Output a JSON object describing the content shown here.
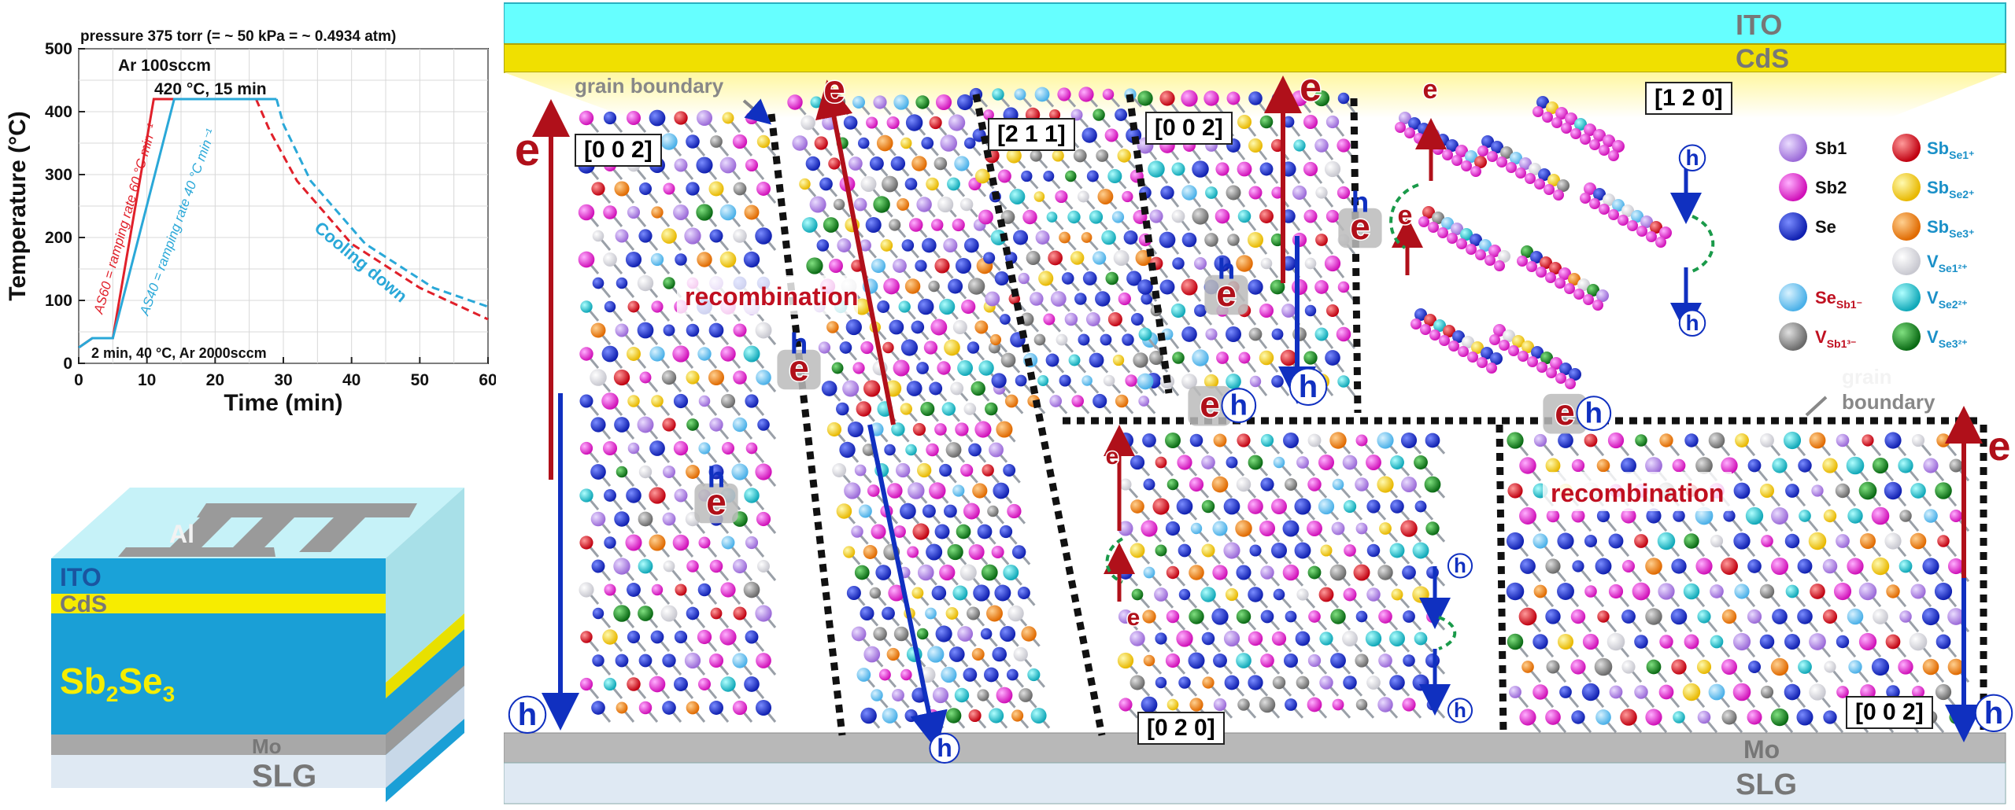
{
  "chart": {
    "title": "pressure 375 torr (= ~ 50 kPa = ~ 0.4934 atm)",
    "xlabel": "Time (min)",
    "ylabel": "Temperature (°C)",
    "xticks": [
      "0",
      "10",
      "20",
      "30",
      "40",
      "50",
      "60"
    ],
    "yticks": [
      "0",
      "100",
      "200",
      "300",
      "400",
      "500"
    ],
    "annotation_top": "Ar 100sccm",
    "annotation_top2": "420 °C, 15 min",
    "annotation_bottom": "2 min, 40 °C, Ar 2000sccm",
    "label_as60": "AS60 = ramping rate 60 °C min⁻¹",
    "label_as40": "AS40 = ramping rate 40 °C min⁻¹",
    "label_cooling": "Cooling down",
    "colors": {
      "as60": "#e0202a",
      "as40": "#2aa8d8"
    }
  },
  "chart_data": {
    "type": "line",
    "title": "pressure 375 torr (= ~ 50 kPa = ~ 0.4934 atm)",
    "xlabel": "Time (min)",
    "ylabel": "Temperature (°C)",
    "xlim": [
      0,
      60
    ],
    "ylim": [
      0,
      500
    ],
    "grid": true,
    "series": [
      {
        "name": "AS60",
        "x": [
          0,
          2,
          5,
          11,
          26,
          28,
          32,
          40,
          50,
          60
        ],
        "y": [
          25,
          40,
          40,
          420,
          420,
          370,
          290,
          190,
          120,
          70
        ]
      },
      {
        "name": "AS40",
        "x": [
          0,
          2,
          5,
          14,
          29,
          30,
          34,
          42,
          52,
          60
        ],
        "y": [
          25,
          40,
          40,
          420,
          420,
          380,
          290,
          190,
          120,
          90
        ]
      }
    ]
  },
  "device": {
    "al": "Al",
    "ito": "ITO",
    "cds": "CdS",
    "absorber_main": "Sb",
    "absorber_sub1": "2",
    "absorber_mid": "Se",
    "absorber_sub2": "3",
    "mo": "Mo",
    "slg": "SLG"
  },
  "schematic": {
    "ito": "ITO",
    "cds": "CdS",
    "mo": "Mo",
    "slg": "SLG",
    "grain_boundary_1": "grain boundary",
    "grain_boundary_2a": "grain",
    "grain_boundary_2b": "boundary",
    "recombination_1": "recombination",
    "recombination_2": "recombination",
    "orient_002_a": "[0 0 2]",
    "orient_211": "[2 1 1]",
    "orient_002_b": "[0 0 2]",
    "orient_120": "[1 2 0]",
    "orient_020": "[0 2 0]",
    "orient_002_c": "[0 0 2]",
    "e": "e",
    "h": "h"
  },
  "legend": {
    "sb1": "Sb1",
    "sb2": "Sb2",
    "se": "Se",
    "se_sb": "Se",
    "se_sb_sub": "Sb1⁻",
    "v_sb": "V",
    "v_sb_sub": "Sb1³⁻",
    "sb_se1": "Sb",
    "sb_se1_sub": "Se1⁺",
    "sb_se2": "Sb",
    "sb_se2_sub": "Se2⁺",
    "sb_se3": "Sb",
    "sb_se3_sub": "Se3⁺",
    "v_se1": "V",
    "v_se1_sub": "Se1²⁺",
    "v_se2": "V",
    "v_se2_sub": "Se2²⁺",
    "v_se3": "V",
    "v_se3_sub": "Se3²⁺",
    "colors": {
      "sb1": "#b68ae6",
      "sb2": "#ee22cc",
      "se": "#1f2fd0",
      "se_sb": "#6ac8f2",
      "v_sb": "#8a8a8a",
      "sb_se1": "#e8191b",
      "sb_se2": "#f5c800",
      "sb_se3": "#f58a10",
      "v_se1": "#f4f4f4",
      "v_se2": "#29c4cf",
      "v_se3": "#1f9a2a"
    }
  }
}
